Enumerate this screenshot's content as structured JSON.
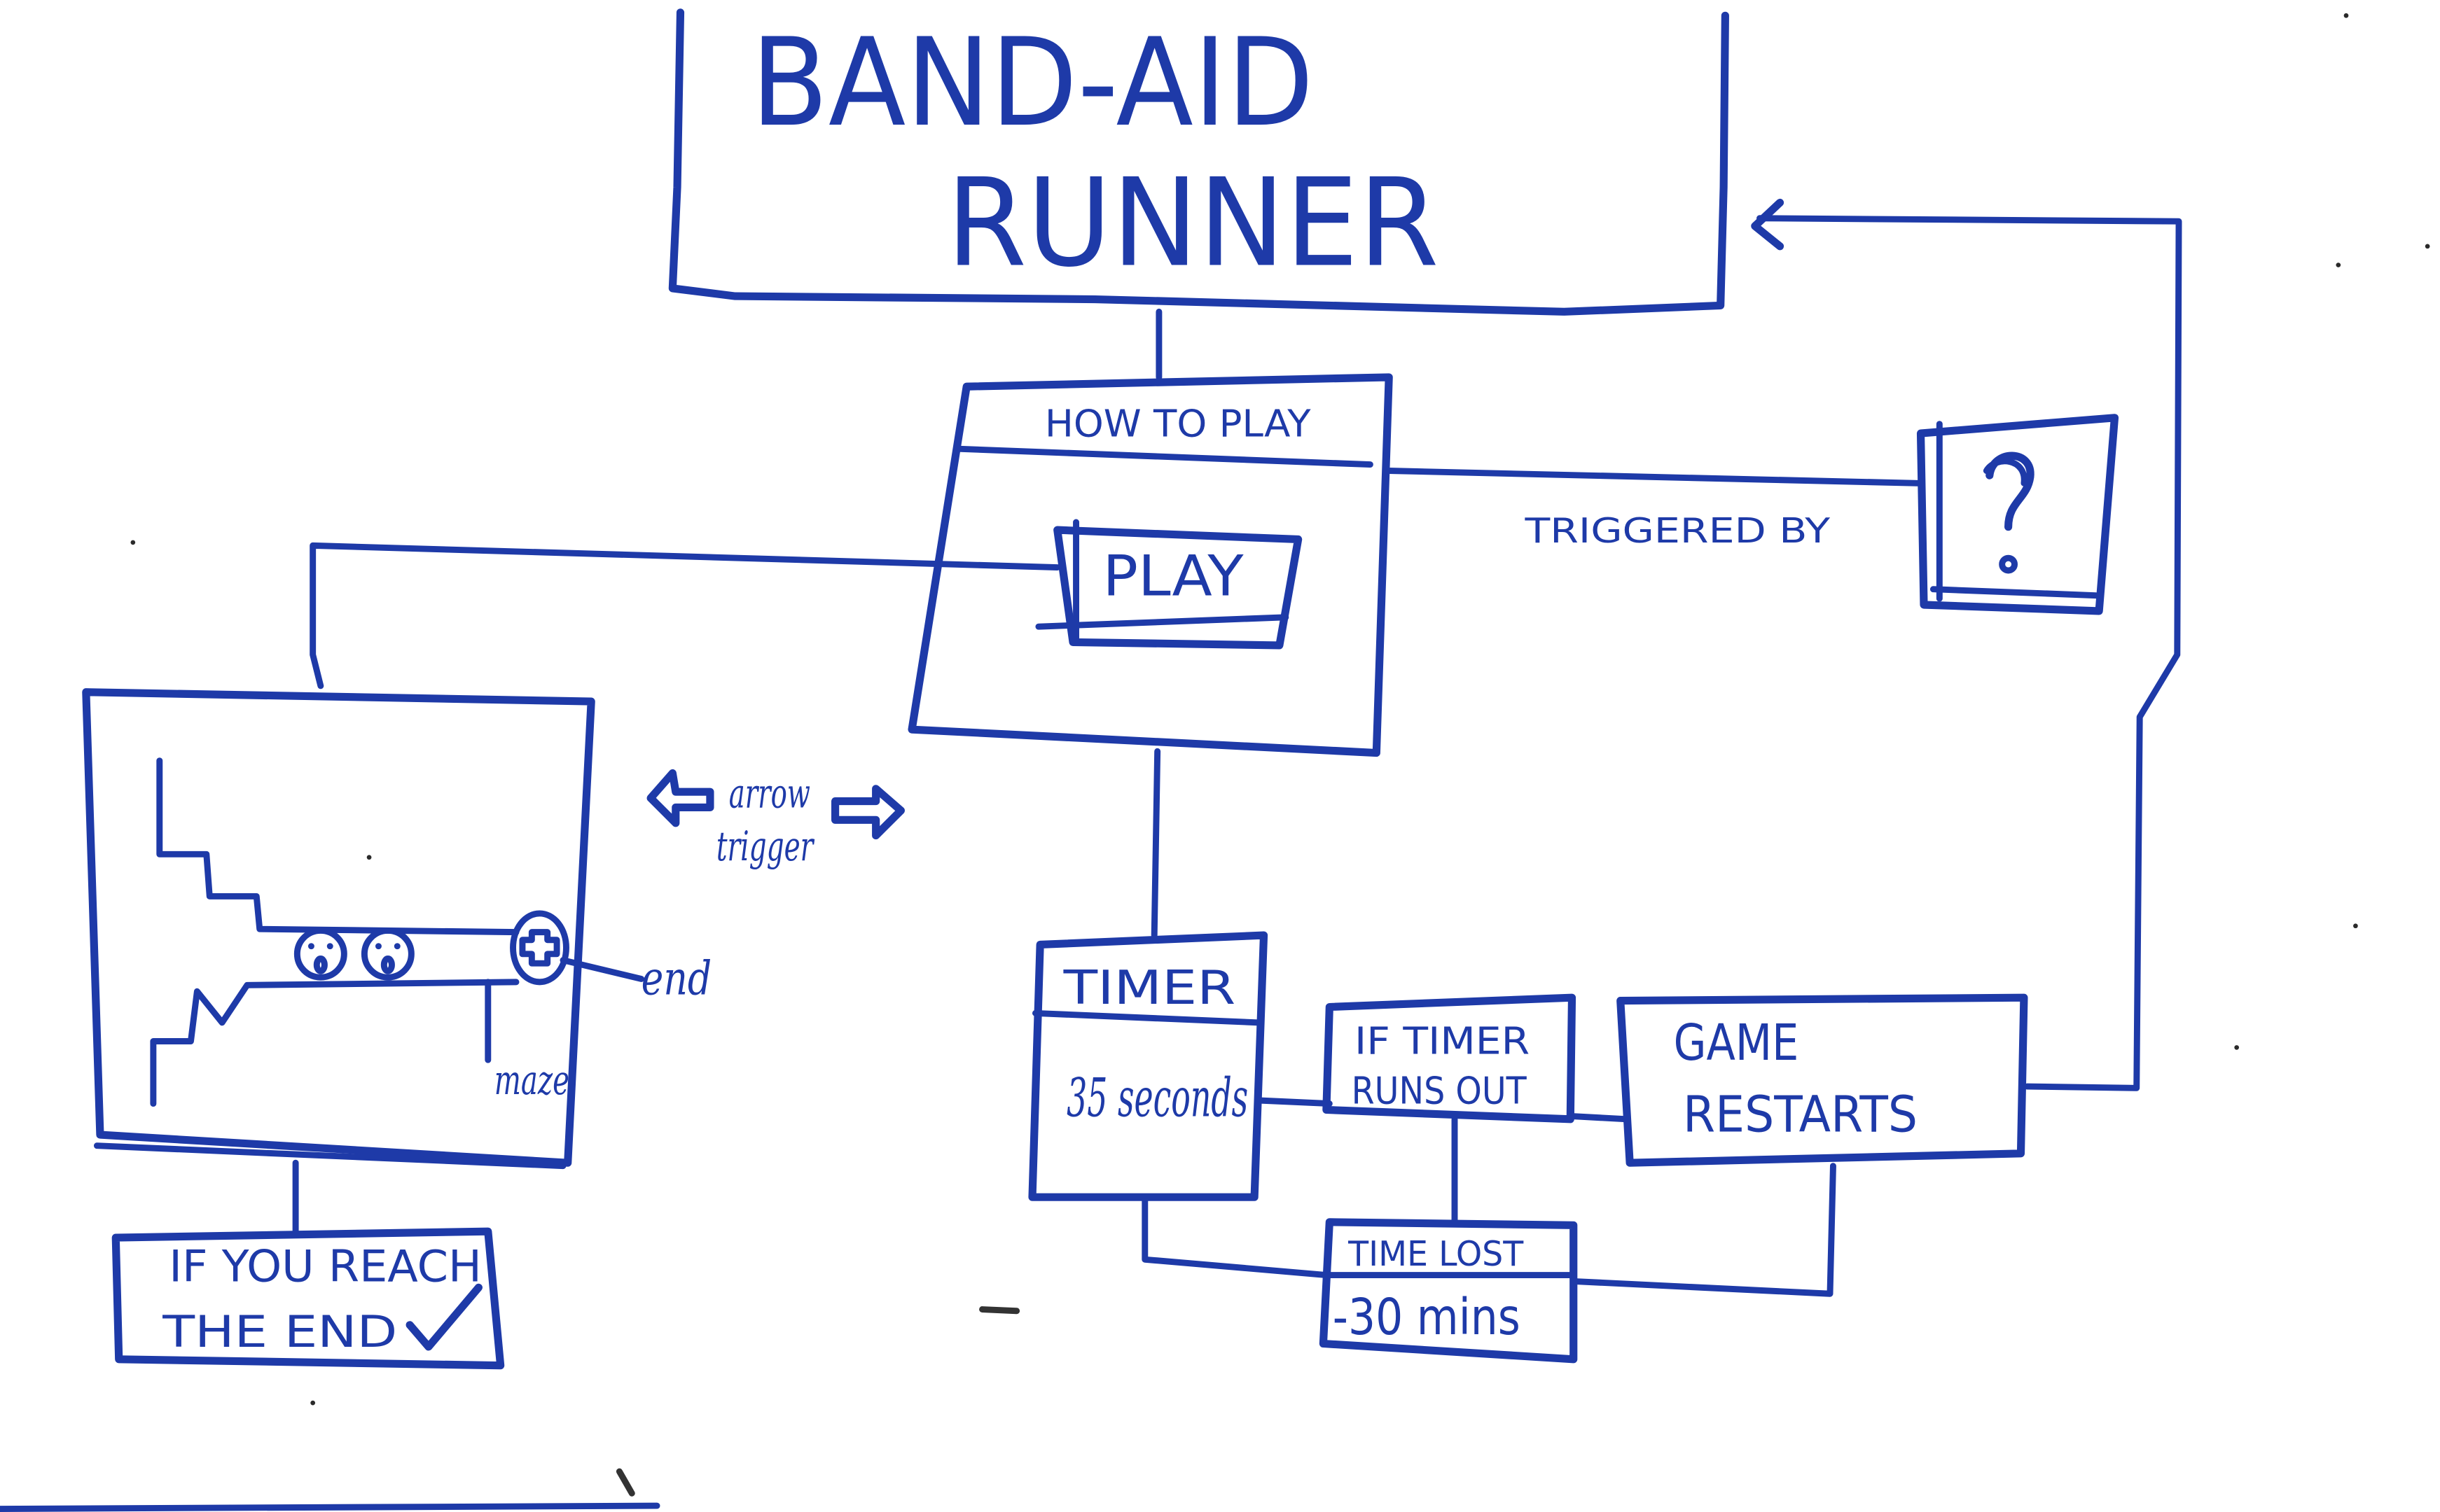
{
  "title": {
    "line1": "BAND-AID",
    "line2": "RUNNER"
  },
  "how_to_play": {
    "header": "HOW TO PLAY",
    "play_button": "PLAY"
  },
  "help_box": {
    "icon": "question-mark-icon",
    "symbol": "?"
  },
  "triggered_by": "TRIGGERED BY",
  "game_screen": {
    "end_label": "end",
    "maze_label": "maze",
    "player_icon": "face-icon",
    "end_icon": "medical-cross-icon"
  },
  "arrow_trigger": {
    "line1": "arrow",
    "line2": "trigger",
    "left_icon": "left-arrow-icon",
    "right_icon": "right-arrow-icon"
  },
  "win_box": {
    "line1": "IF YOU REACH",
    "line2": "THE END",
    "icon": "checkmark-icon"
  },
  "timer": {
    "header": "TIMER",
    "value": "35 seconds"
  },
  "timer_runs_out": {
    "line1": "IF TIMER",
    "line2": "RUNS OUT"
  },
  "game_restarts": {
    "line1": "GAME",
    "line2": "RESTARTS"
  },
  "time_lost": {
    "header": "TIME LOST",
    "value": "-30 mins"
  },
  "colors": {
    "ink": "#1e3aa8",
    "paper": "#ffffff"
  }
}
